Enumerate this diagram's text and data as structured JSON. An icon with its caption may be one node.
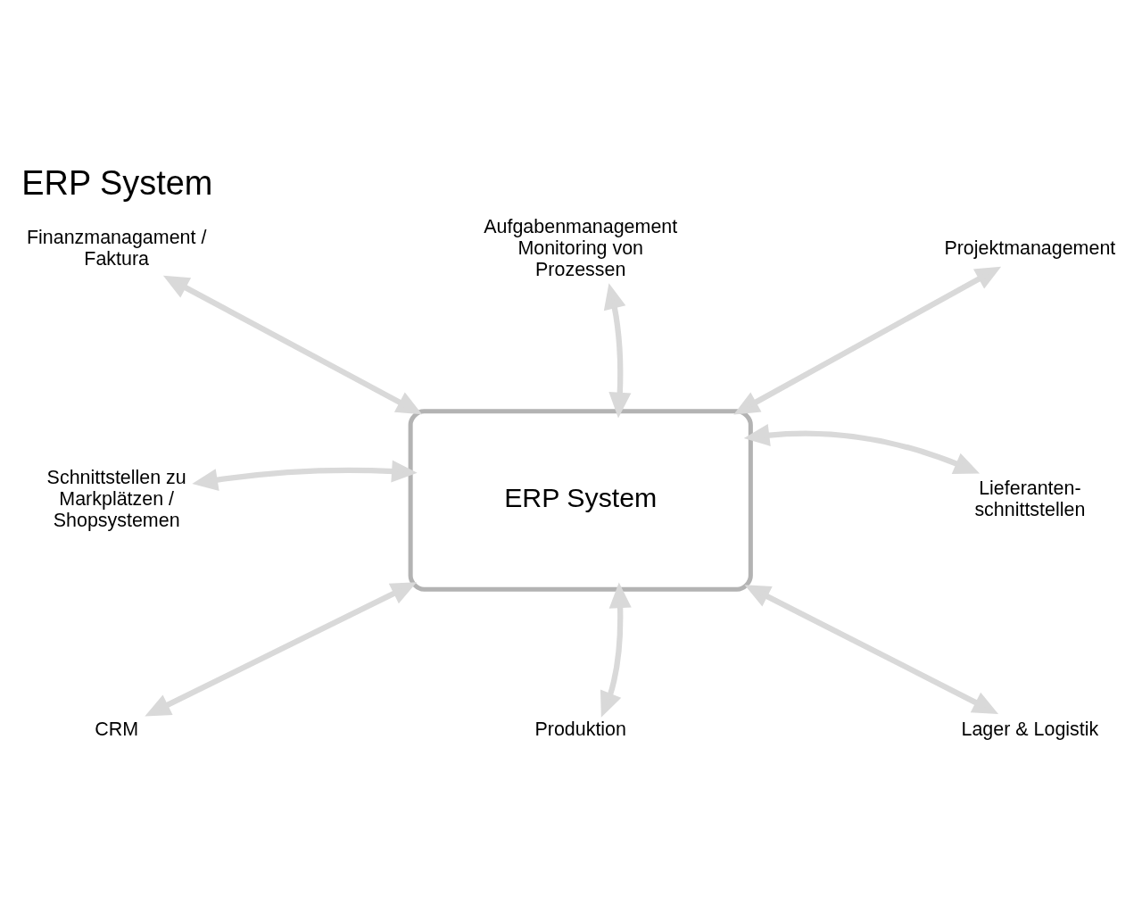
{
  "diagram": {
    "title": "ERP System",
    "nodes": [
      {
        "text": [
          "Finanzmanagament / Faktura"
        ]
      },
      {
        "text": [
          "Aufgabenmanagement Monitoring von Prozessen"
        ]
      },
      {
        "text": [
          "Projektmanagement"
        ]
      },
      {
        "text": [
          "ERP System"
        ]
      },
      {
        "text": [
          "Schnittstellen zu Markplätzen / Shopsystemen"
        ]
      },
      {
        "text": [
          "Lieferanten- schnittstellen"
        ]
      },
      {
        "text": [
          "CRM"
        ]
      },
      {
        "text": [
          "Produktion"
        ]
      },
      {
        "text": [
          "Lager & Logistik"
        ]
      }
    ],
    "edges": [
      {
        "from": 3,
        "to": 0,
        "arrow": "both"
      },
      {
        "from": 3,
        "to": 1,
        "arrow": "both"
      },
      {
        "from": 3,
        "to": 2,
        "arrow": "both"
      },
      {
        "from": 3,
        "to": 4,
        "arrow": "both"
      },
      {
        "from": 3,
        "to": 5,
        "arrow": "both"
      },
      {
        "from": 3,
        "to": 6,
        "arrow": "both"
      },
      {
        "from": 3,
        "to": 7,
        "arrow": "both"
      },
      {
        "from": 3,
        "to": 8,
        "arrow": "both"
      }
    ]
  }
}
